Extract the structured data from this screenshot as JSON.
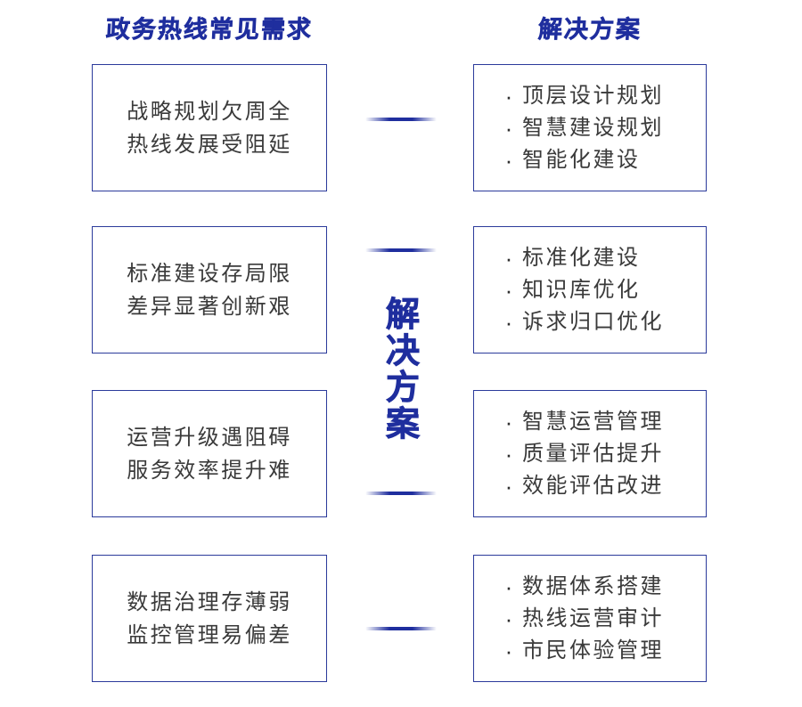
{
  "diagram": {
    "left_column_title": "政务热线常见需求",
    "right_column_title": "解决方案",
    "center_label": "解决方案",
    "bullet_char": "·",
    "colors": {
      "accent_blue": "#1f2e9e",
      "border_blue": "#2b3a9b",
      "body_text": "#3a3a3a",
      "background": "#ffffff"
    },
    "rows": [
      {
        "need": [
          "战略规划欠周全",
          "热线发展受阻延"
        ],
        "solutions": [
          "顶层设计规划",
          "智慧建设规划",
          "智能化建设"
        ]
      },
      {
        "need": [
          "标准建设存局限",
          "差异显著创新艰"
        ],
        "solutions": [
          "标准化建设",
          "知识库优化",
          "诉求归口优化"
        ]
      },
      {
        "need": [
          "运营升级遇阻碍",
          "服务效率提升难"
        ],
        "solutions": [
          "智慧运营管理",
          "质量评估提升",
          "效能评估改进"
        ]
      },
      {
        "need": [
          "数据治理存薄弱",
          "监控管理易偏差"
        ],
        "solutions": [
          "数据体系搭建",
          "热线运营审计",
          "市民体验管理"
        ]
      }
    ]
  }
}
